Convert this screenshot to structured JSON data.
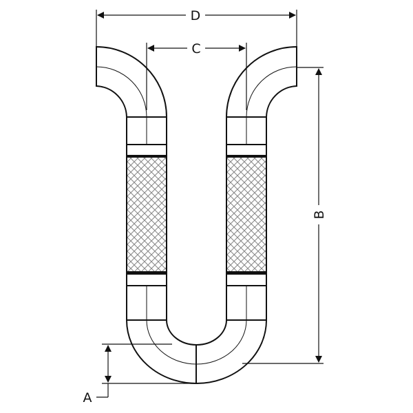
{
  "diagram": {
    "labels": {
      "a": "A",
      "b": "B",
      "c": "C",
      "d": "D"
    },
    "colors": {
      "stroke": "#111111",
      "fill": "#ffffff",
      "braid": "#9a9a9a",
      "band": "#222222"
    }
  }
}
